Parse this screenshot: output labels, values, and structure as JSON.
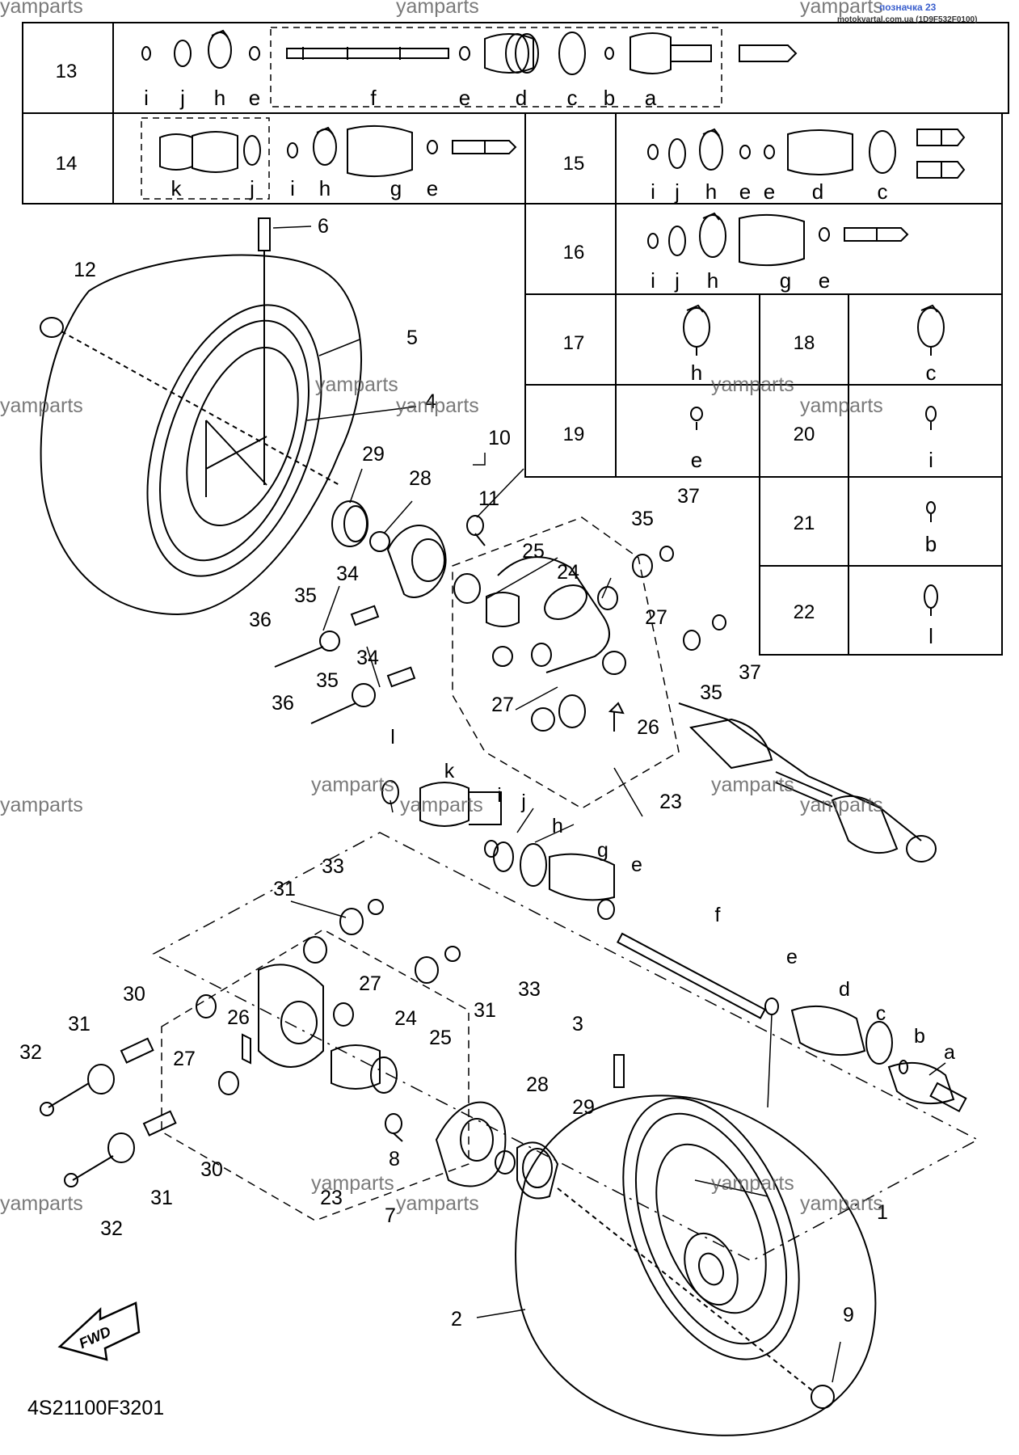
{
  "header_overlay": {
    "link": "позначка 23",
    "source": "motokvartal.com.ua (1D9F532F0100)"
  },
  "watermark": "yamparts",
  "footer": {
    "code": "4S21100F3201",
    "fwd": "FWD"
  },
  "kit_table": [
    {
      "no": "13",
      "letters": [
        "i",
        "j",
        "h",
        "e",
        "f",
        "e",
        "d",
        "c",
        "b",
        "a"
      ]
    },
    {
      "no": "14",
      "letters": [
        "k",
        "j",
        "i",
        "h",
        "g",
        "e"
      ]
    },
    {
      "no": "15",
      "letters": [
        "i",
        "j",
        "h",
        "e",
        "e",
        "d",
        "c"
      ]
    },
    {
      "no": "16",
      "letters": [
        "i",
        "j",
        "h",
        "g",
        "e"
      ]
    },
    {
      "no": "17",
      "letters": [
        "h"
      ]
    },
    {
      "no": "18",
      "letters": [
        "c"
      ]
    },
    {
      "no": "19",
      "letters": [
        "e"
      ]
    },
    {
      "no": "20",
      "letters": [
        "i"
      ]
    },
    {
      "no": "21",
      "letters": [
        "b"
      ]
    },
    {
      "no": "22",
      "letters": [
        "l"
      ]
    }
  ],
  "upper_assembly_callouts": [
    "6",
    "12",
    "5",
    "4",
    "29",
    "28",
    "10",
    "11",
    "35",
    "37",
    "25",
    "24",
    "34",
    "35",
    "36",
    "27",
    "34",
    "35",
    "36",
    "37",
    "27",
    "26",
    "23",
    "35",
    "l",
    "k",
    "i",
    "j",
    "h",
    "g",
    "e",
    "f",
    "e",
    "d",
    "c",
    "b",
    "a"
  ],
  "lower_assembly_callouts": [
    "33",
    "31",
    "27",
    "30",
    "33",
    "31",
    "31",
    "32",
    "26",
    "24",
    "25",
    "27",
    "3",
    "28",
    "29",
    "8",
    "23",
    "7",
    "31",
    "30",
    "32",
    "1",
    "2",
    "9"
  ]
}
